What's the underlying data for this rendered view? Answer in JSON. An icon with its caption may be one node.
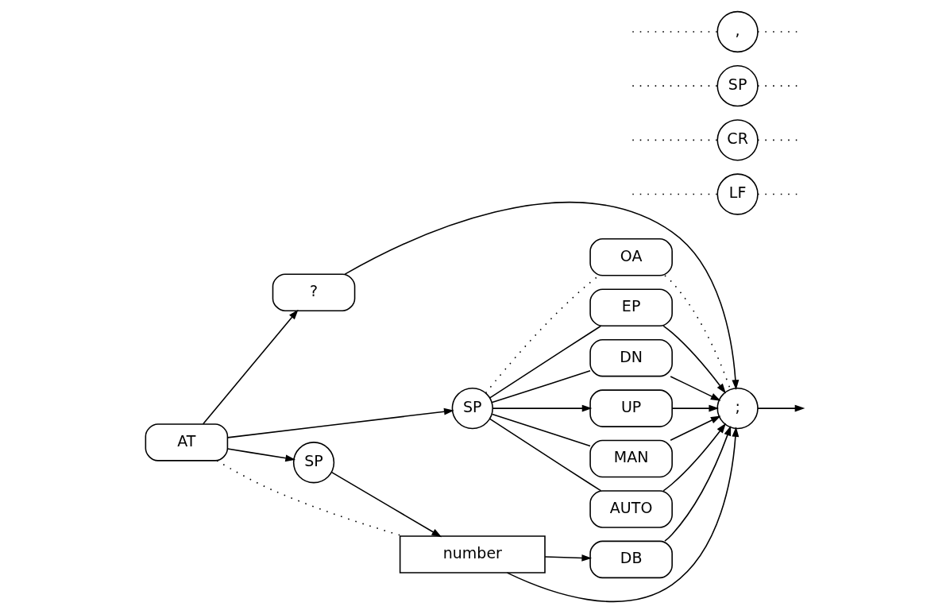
{
  "diagram": {
    "nodes": [
      {
        "text": [
          "AT"
        ]
      },
      {
        "text": [
          "?"
        ]
      },
      {
        "text": [
          "SP"
        ]
      },
      {
        "text": [
          "OA"
        ]
      },
      {
        "text": [
          "EP"
        ]
      },
      {
        "text": [
          "DN"
        ]
      },
      {
        "text": [
          "UP"
        ]
      },
      {
        "text": [
          "MAN"
        ]
      },
      {
        "text": [
          "AUTO"
        ]
      },
      {
        "text": [
          "SP"
        ]
      },
      {
        "text": [
          "number"
        ]
      },
      {
        "text": [
          "DB"
        ]
      },
      {
        "text": [
          ";"
        ]
      },
      {
        "text": [
          "LF"
        ]
      },
      {
        "text": [
          "CR"
        ]
      },
      {
        "text": [
          "SP"
        ]
      },
      {
        "text": [
          ","
        ]
      }
    ],
    "edges": [
      {
        "from": 0,
        "to": 1,
        "arrow": "to"
      },
      {
        "from": 0,
        "to": 2,
        "arrow": "to"
      },
      {
        "from": 0,
        "to": 9,
        "arrow": "to"
      },
      {
        "from": 0,
        "to": 10,
        "arrow": "none",
        "style": "dashed"
      },
      {
        "from": 2,
        "to": 3,
        "arrow": "none",
        "style": "dashed"
      },
      {
        "from": 2,
        "to": 4,
        "arrow": "none"
      },
      {
        "from": 2,
        "to": 5,
        "arrow": "none"
      },
      {
        "from": 2,
        "to": 6,
        "arrow": "to"
      },
      {
        "from": 2,
        "to": 7,
        "arrow": "none"
      },
      {
        "from": 2,
        "to": 8,
        "arrow": "none"
      },
      {
        "from": 9,
        "to": 10,
        "arrow": "to"
      },
      {
        "from": 10,
        "to": 11,
        "arrow": "to"
      },
      {
        "from": 1,
        "to": 12,
        "arrow": "to"
      },
      {
        "from": 3,
        "to": 12,
        "arrow": "none",
        "style": "dashed"
      },
      {
        "from": 4,
        "to": 12,
        "arrow": "to"
      },
      {
        "from": 5,
        "to": 12,
        "arrow": "to"
      },
      {
        "from": 6,
        "to": 12,
        "arrow": "to"
      },
      {
        "from": 7,
        "to": 12,
        "arrow": "to"
      },
      {
        "from": 8,
        "to": 12,
        "arrow": "to"
      },
      {
        "from": 10,
        "to": 12,
        "arrow": "to"
      },
      {
        "from": 11,
        "to": 12,
        "arrow": "to"
      },
      {
        "from": 12,
        "to": null,
        "arrow": "to"
      },
      {
        "from": null,
        "to": 13,
        "arrow": "none",
        "style": "dashed"
      },
      {
        "from": null,
        "to": 14,
        "arrow": "none",
        "style": "dashed"
      },
      {
        "from": null,
        "to": 15,
        "arrow": "none",
        "style": "dashed"
      },
      {
        "from": null,
        "to": 16,
        "arrow": "none",
        "style": "dashed"
      },
      {
        "from": 13,
        "to": null,
        "arrow": "none",
        "style": "dashed"
      },
      {
        "from": 14,
        "to": null,
        "arrow": "none",
        "style": "dashed"
      },
      {
        "from": 15,
        "to": null,
        "arrow": "none",
        "style": "dashed"
      },
      {
        "from": 16,
        "to": null,
        "arrow": "none",
        "style": "dashed"
      }
    ]
  }
}
